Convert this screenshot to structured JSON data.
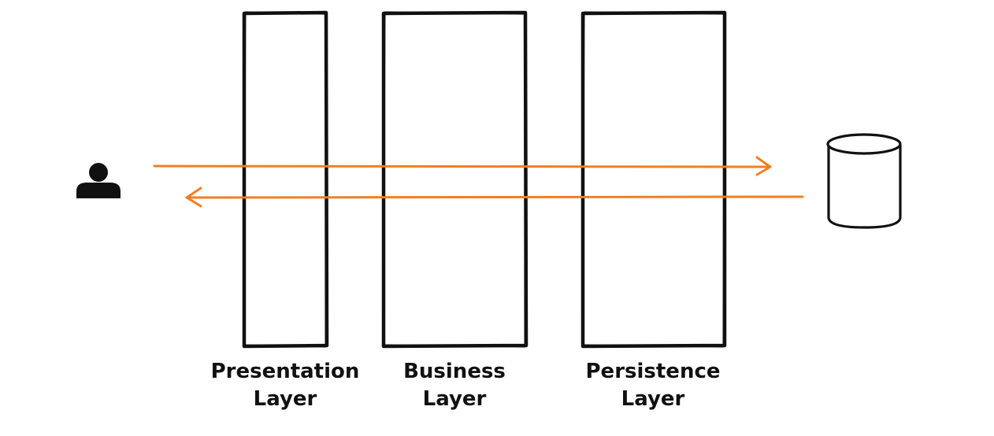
{
  "diagram": {
    "layers": [
      {
        "line1": "Presentation",
        "line2": "Layer"
      },
      {
        "line1": "Business",
        "line2": "Layer"
      },
      {
        "line1": "Persistence",
        "line2": "Layer"
      }
    ],
    "actors": {
      "user": {
        "icon": "user-icon"
      },
      "database": {
        "icon": "database-icon"
      }
    },
    "flows": [
      {
        "from": "user",
        "to": "database",
        "direction": "request"
      },
      {
        "from": "database",
        "to": "user",
        "direction": "response"
      }
    ],
    "colors": {
      "stroke": "#111111",
      "arrow": "#f07f22",
      "background": "#ffffff"
    }
  }
}
